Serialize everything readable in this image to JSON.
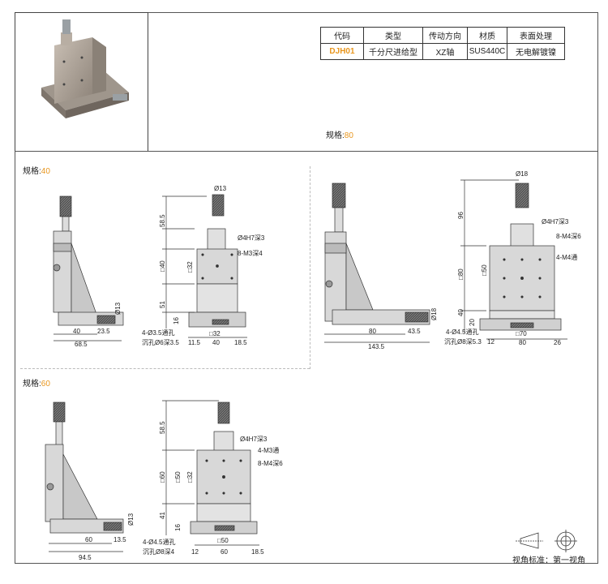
{
  "table": {
    "headers": [
      "代码",
      "类型",
      "传动方向",
      "材质",
      "表面处理"
    ],
    "row": [
      "DJH01",
      "千分尺进给型",
      "XZ轴",
      "SUS440C",
      "无电解镀镍"
    ]
  },
  "specs": {
    "label": "规格:",
    "s40": "40",
    "s80": "80",
    "s60": "60"
  },
  "dims40": {
    "d13": "Ø13",
    "d58_5": "58.5",
    "hole1": "Ø4H7深3",
    "hole2": "8-M3深4",
    "sq32": "□32",
    "h40": "□40",
    "h51": "51",
    "h16": "16",
    "w40": "40",
    "w23_5": "23.5",
    "w68_5": "68.5",
    "d13b": "Ø13",
    "bot1": "4-Ø3.5通孔",
    "bot2": "沉孔Ø6深3.5",
    "b11_5": "11.5",
    "b32": "□32",
    "b40": "40",
    "b18_5": "18.5"
  },
  "dims80": {
    "d18": "Ø18",
    "h96": "96",
    "hole1": "Ø4H7深3",
    "hole2": "8-M4深6",
    "hole3": "4-M4通",
    "sq80": "□80",
    "sq50": "□50",
    "h40": "40",
    "h20": "20",
    "d18b": "Ø18",
    "w80": "80",
    "w43_5": "43.5",
    "w143_5": "143.5",
    "bot1": "4-Ø4.5通孔",
    "bot2": "沉孔Ø8深5.3",
    "b70": "□70",
    "b80": "80",
    "b26": "26",
    "b12": "12"
  },
  "dims60": {
    "d58_5": "58.5",
    "hole1": "Ø4H7深3",
    "hole2": "4-M3通",
    "hole3": "8-M4深6",
    "sq60": "□60",
    "sq50": "□50",
    "sq32": "□32",
    "h41": "41",
    "h16": "16",
    "d13": "Ø13",
    "w60": "60",
    "w13_5": "13.5",
    "w94_5": "94.5",
    "bot1": "4-Ø4.5通孔",
    "bot2": "沉孔Ø8深4",
    "b50": "□50",
    "b60": "60",
    "b18_5": "18.5",
    "b12": "12"
  },
  "view": {
    "label": "视角标准：第一视角"
  },
  "colors": {
    "accent": "#e8961e",
    "metal": "#d9d9d9",
    "metal_dark": "#888888"
  }
}
